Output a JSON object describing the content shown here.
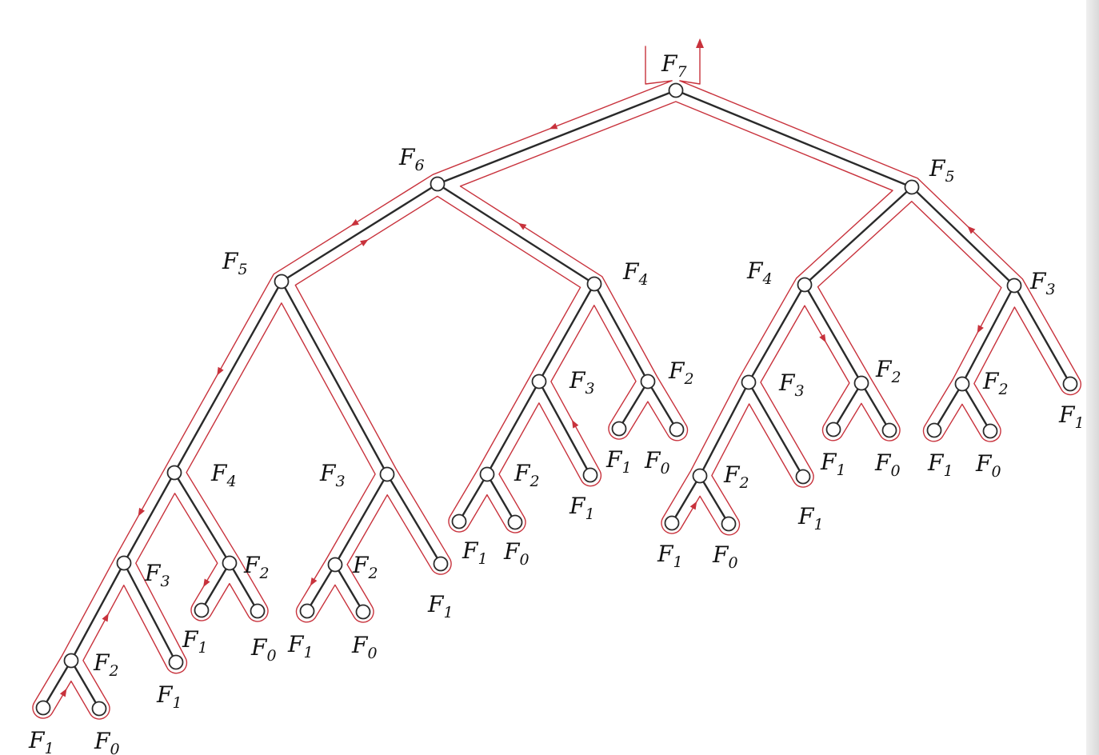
{
  "colors": {
    "tree": "#2a2a2a",
    "traversal": "#c8323c",
    "background": "#ffffff"
  },
  "tree": {
    "label": "F",
    "index": 7,
    "children": [
      {
        "label": "F",
        "index": 6,
        "children": [
          {
            "label": "F",
            "index": 5,
            "children": [
              {
                "label": "F",
                "index": 4,
                "children": [
                  {
                    "label": "F",
                    "index": 3,
                    "children": [
                      {
                        "label": "F",
                        "index": 2,
                        "children": [
                          {
                            "label": "F",
                            "index": 1
                          },
                          {
                            "label": "F",
                            "index": 0
                          }
                        ]
                      },
                      {
                        "label": "F",
                        "index": 1
                      }
                    ]
                  },
                  {
                    "label": "F",
                    "index": 2,
                    "children": [
                      {
                        "label": "F",
                        "index": 1
                      },
                      {
                        "label": "F",
                        "index": 0
                      }
                    ]
                  }
                ]
              },
              {
                "label": "F",
                "index": 3,
                "children": [
                  {
                    "label": "F",
                    "index": 2,
                    "children": [
                      {
                        "label": "F",
                        "index": 1
                      },
                      {
                        "label": "F",
                        "index": 0
                      }
                    ]
                  },
                  {
                    "label": "F",
                    "index": 1
                  }
                ]
              }
            ]
          },
          {
            "label": "F",
            "index": 4,
            "children": [
              {
                "label": "F",
                "index": 3,
                "children": [
                  {
                    "label": "F",
                    "index": 2,
                    "children": [
                      {
                        "label": "F",
                        "index": 1
                      },
                      {
                        "label": "F",
                        "index": 0
                      }
                    ]
                  },
                  {
                    "label": "F",
                    "index": 1
                  }
                ]
              },
              {
                "label": "F",
                "index": 2,
                "children": [
                  {
                    "label": "F",
                    "index": 1
                  },
                  {
                    "label": "F",
                    "index": 0
                  }
                ]
              }
            ]
          }
        ]
      },
      {
        "label": "F",
        "index": 5,
        "children": [
          {
            "label": "F",
            "index": 4,
            "children": [
              {
                "label": "F",
                "index": 3,
                "children": [
                  {
                    "label": "F",
                    "index": 2,
                    "children": [
                      {
                        "label": "F",
                        "index": 1
                      },
                      {
                        "label": "F",
                        "index": 0
                      }
                    ]
                  },
                  {
                    "label": "F",
                    "index": 1
                  }
                ]
              },
              {
                "label": "F",
                "index": 2,
                "children": [
                  {
                    "label": "F",
                    "index": 1
                  },
                  {
                    "label": "F",
                    "index": 0
                  }
                ]
              }
            ]
          },
          {
            "label": "F",
            "index": 3,
            "children": [
              {
                "label": "F",
                "index": 2,
                "children": [
                  {
                    "label": "F",
                    "index": 1
                  },
                  {
                    "label": "F",
                    "index": 0
                  }
                ]
              },
              {
                "label": "F",
                "index": 1
              }
            ]
          }
        ]
      }
    ]
  }
}
